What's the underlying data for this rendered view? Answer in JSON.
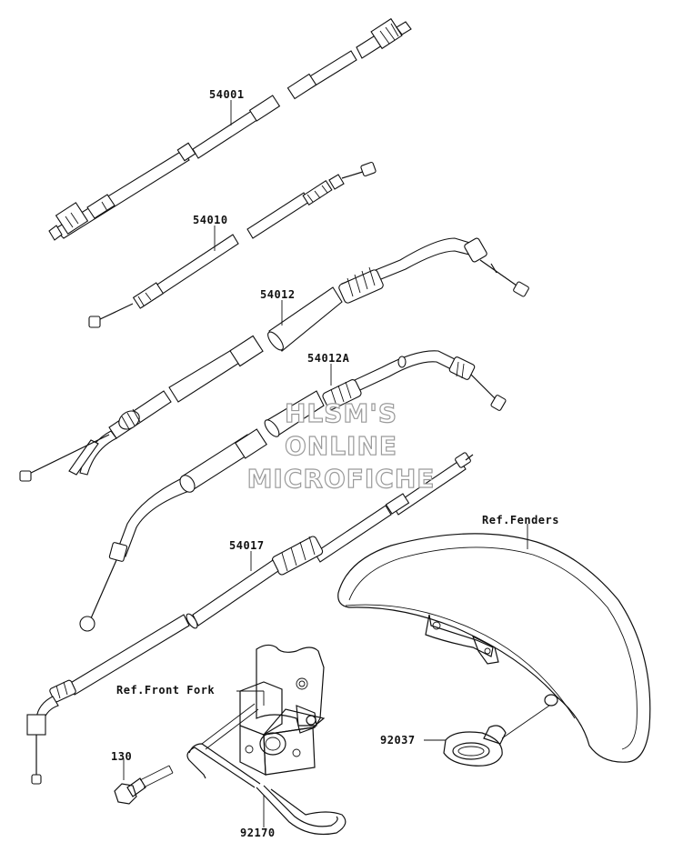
{
  "parts": {
    "p54001": "54001",
    "p54010": "54010",
    "p54012": "54012",
    "p54012A": "54012A",
    "p54017": "54017",
    "p130": "130",
    "p92170": "92170",
    "p92037": "92037"
  },
  "refs": {
    "fenders": "Ref.Fenders",
    "front_fork": "Ref.Front Fork"
  },
  "watermark": {
    "line1": "HLSM'S",
    "line2": "ONLINE",
    "line3": "MICROFICHE"
  }
}
